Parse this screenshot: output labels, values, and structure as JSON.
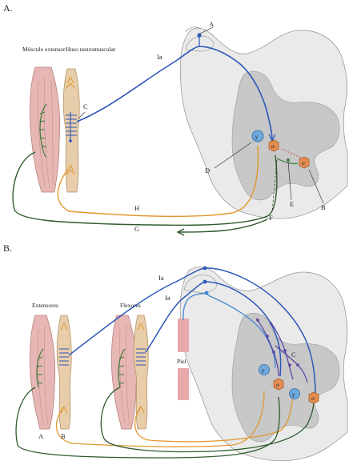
{
  "colors": {
    "blue": "#2a57b8",
    "light_blue": "#3f86d3",
    "purple": "#5a3fa0",
    "orange": "#e0982e",
    "green": "#3e7a3a",
    "dark_green": "#2f5b2e",
    "gray_matter": "#c8c8c8",
    "white_matter": "#eaeaea",
    "muscle": "#e6b7b4",
    "spindle": "#e8cdaa",
    "skin": "#e8a9ab",
    "alpha": "#e48e52",
    "gamma": "#6fa9dd"
  },
  "panel_a": {
    "label": "A.",
    "muscle_label": "Músculo extensor",
    "spindle_label": "Huso neuromuscular",
    "fiber_ia": "Ia",
    "callouts": [
      "A",
      "B",
      "C",
      "D",
      "E",
      "F",
      "G",
      "H"
    ],
    "alpha_symbol": "α",
    "gamma_symbol": "γ"
  },
  "panel_b": {
    "label": "B.",
    "extensors_label": "Extensores",
    "flexors_label": "Flexores",
    "skin_label": "Piel",
    "fiber_ia_1": "Ia",
    "fiber_ia_2": "Ia",
    "callout_a": "A",
    "callout_b": "B",
    "callout_c": "C",
    "alpha_symbol": "α",
    "gamma_symbol": "γ"
  }
}
